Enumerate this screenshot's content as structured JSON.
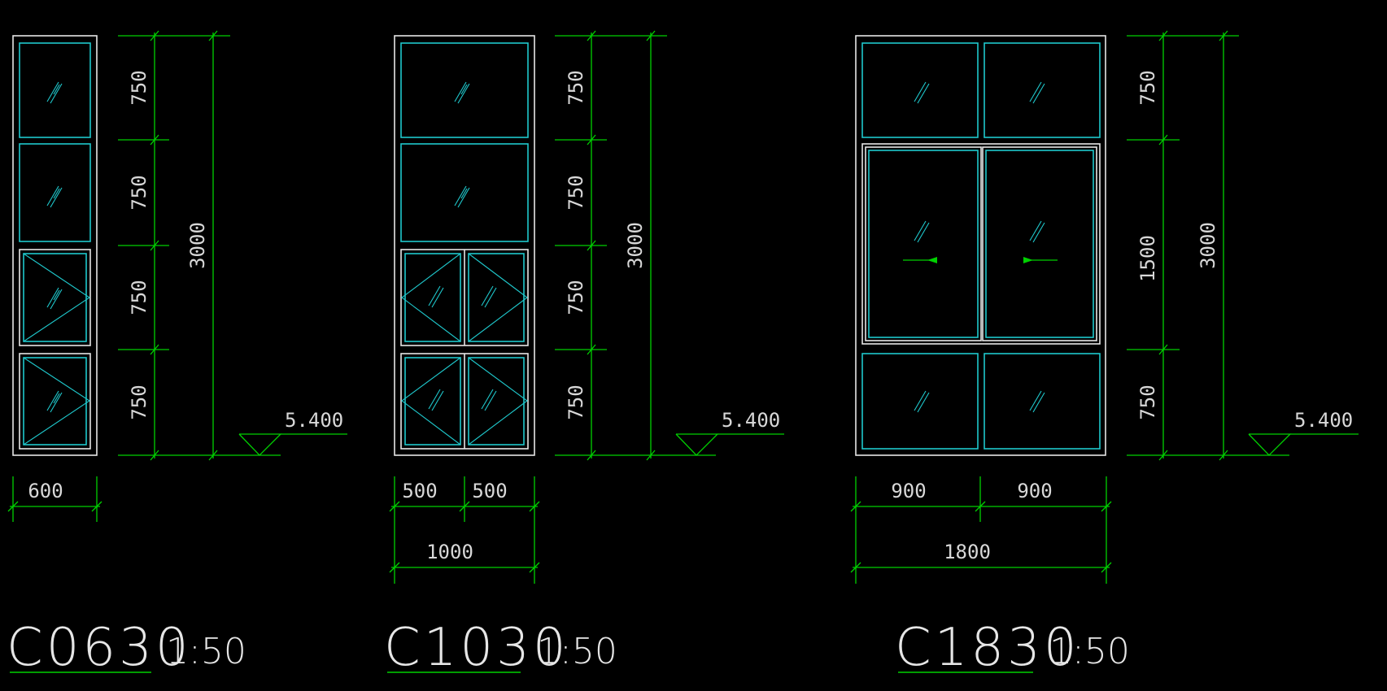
{
  "windows": [
    {
      "id": "C0630",
      "title": "C0630",
      "scale": "1:50",
      "height_dims": [
        "750",
        "750",
        "750",
        "750"
      ],
      "total_height": "3000",
      "elevation": "5.400",
      "width_dims": [
        "600"
      ],
      "total_width": ""
    },
    {
      "id": "C1030",
      "title": "C1030",
      "scale": "1:50",
      "height_dims": [
        "750",
        "750",
        "750",
        "750"
      ],
      "total_height": "3000",
      "elevation": "5.400",
      "width_dims": [
        "500",
        "500"
      ],
      "total_width": "1000"
    },
    {
      "id": "C1830",
      "title": "C1830",
      "scale": "1:50",
      "height_dims": [
        "750",
        "1500",
        "750"
      ],
      "total_height": "3000",
      "elevation": "5.400",
      "width_dims": [
        "900",
        "900"
      ],
      "total_width": "1800"
    }
  ],
  "colors": {
    "background": "#000000",
    "frame": "#e6e6e6",
    "glass": "#1fc8cc",
    "dimension": "#00d000",
    "text": "#d8d8d8"
  }
}
